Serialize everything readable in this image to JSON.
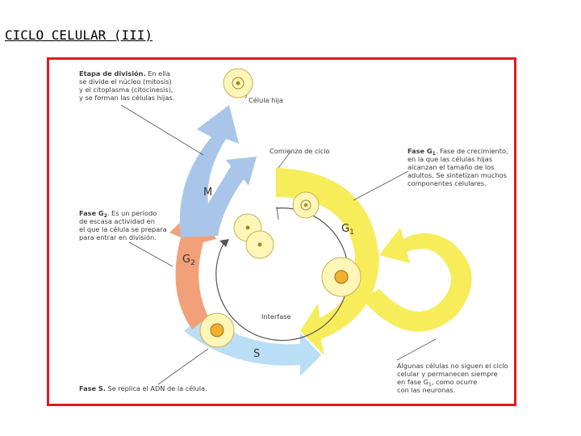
{
  "title": "CICLO CELULAR (III)",
  "labels": {
    "division_bold": "Etapa de división.",
    "division_l1": " En ella",
    "division_l2": "se divide el núcleo (mitosis)",
    "division_l3": "y el citoplasma (citocinesis),",
    "division_l4": "y se forman las células hijas.",
    "celula_hija": "Célula hija",
    "comienzo": "Comienzo de ciclo",
    "g1_bold": "Fase G",
    "g1_sub": "1",
    "g1_l1": ". Fase de crecimiento,",
    "g1_l2": "en la que las células hijas",
    "g1_l3": "alcanzan el tamaño de los",
    "g1_l4": "adultos. Se sintetizan muchos",
    "g1_l5": "componentes celulares.",
    "g2_bold": "Fase G",
    "g2_sub": "2",
    "g2_l1": ". Es un período",
    "g2_l2": "de escasa actividad en",
    "g2_l3": "el que la célula se prepara",
    "g2_l4": "para entrar en división.",
    "s_bold": "Fase S.",
    "s_text": " Se replica el ADN de la célula.",
    "g0_l1": "Algunas células no siguen el ciclo",
    "g0_l2": "celular y permanecen siempre",
    "g0_l3a": "en fase G",
    "g0_sub": "1",
    "g0_l3b": ", como ocurre",
    "g0_l4": "con las neuronas.",
    "interfase": "Interfase"
  },
  "phases": {
    "m": "M",
    "g2": "G",
    "g2_sub": "2",
    "g1": "G",
    "g1_sub": "1",
    "s": "S"
  },
  "colors": {
    "frame": "#e0191e",
    "m_arrow": "#a9c6ea",
    "g2_arrow": "#f2a07a",
    "g1_arrow": "#f7ec5a",
    "s_arrow": "#b9def5",
    "cell_fill": "#fdf6b8",
    "nucleus": "#f0b030"
  }
}
